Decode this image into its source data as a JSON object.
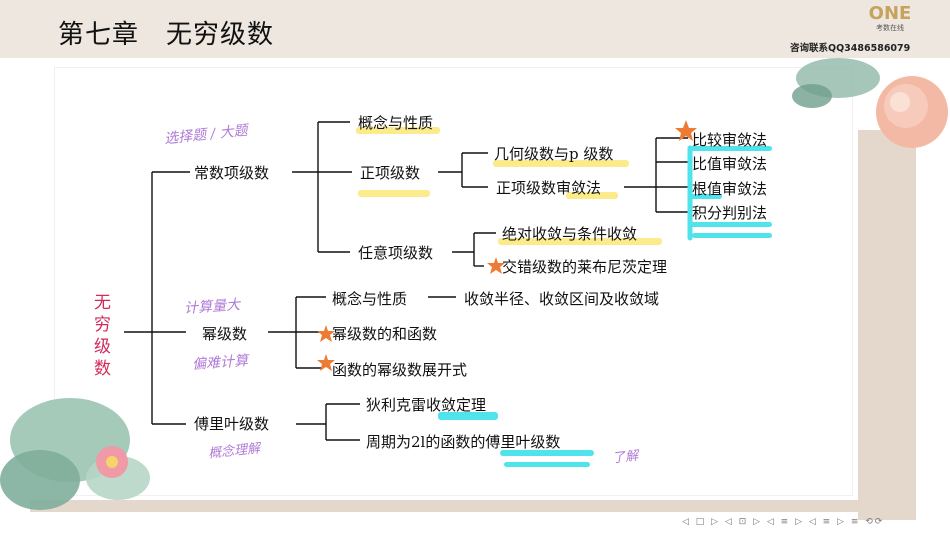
{
  "header": {
    "title": "第七章　无穷级数",
    "logo_main": "ONE",
    "logo_sub": "考数在线",
    "contact": "咨询联系QQ3486586079"
  },
  "tree": {
    "root": "无穷级数",
    "constant_series": "常数项级数",
    "cs_concept": "概念与性质",
    "positive_series": "正项级数",
    "geometric_p": "几何级数与p 级数",
    "positive_tests": "正项级数审敛法",
    "test_compare": "比较审敛法",
    "test_ratio": "比值审敛法",
    "test_root": "根值审敛法",
    "test_integral": "积分判别法",
    "arbitrary_series": "任意项级数",
    "absolute_conditional": "绝对收敛与条件收敛",
    "leibniz": "交错级数的莱布尼茨定理",
    "power_series": "幂级数",
    "ps_concept": "概念与性质",
    "ps_radius": "收敛半径、收敛区间及收敛域",
    "ps_sum": "幂级数的和函数",
    "ps_expand": "函数的幂级数展开式",
    "fourier_series": "傅里叶级数",
    "dirichlet": "狄利克雷收敛定理",
    "fourier_2l": "周期为2l的函数的傅里叶级数"
  },
  "handwriting": {
    "note_choice": "选择题 / 大题",
    "note_calc": "计算量大",
    "note_calc2": "偏难计算",
    "note_fourier": "概念理解",
    "note_right": "了解"
  },
  "colors": {
    "highlight_yellow": "#fbeb8a",
    "highlight_cyan": "#4fe3ec",
    "star": "#ee7b33",
    "handwriting": "#b07ad6",
    "root_text": "#d22b5c"
  },
  "nav": {
    "controls": "◁ □ ▷ ◁ ⊡ ▷ ◁ ≡ ▷ ◁ ≡ ▷ ≡ ⟲⟳"
  }
}
